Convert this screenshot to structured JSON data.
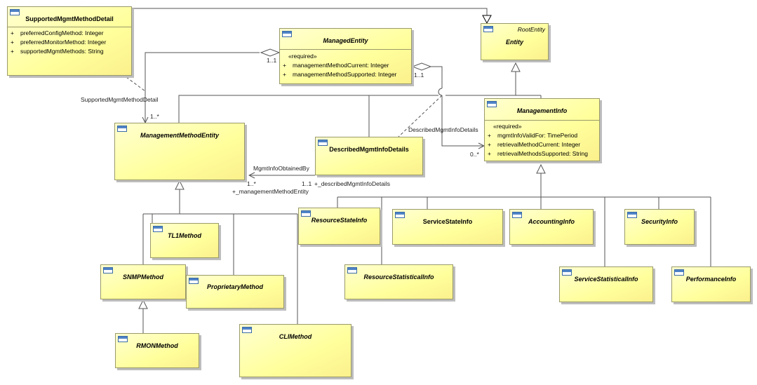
{
  "classes": {
    "supported_mgmt_method_detail": {
      "name": "SupportedMgmtMethodDetail",
      "attributes": [
        {
          "vis": "+",
          "text": "preferredConfigMethod: Integer"
        },
        {
          "vis": "+",
          "text": "preferredMonitorMethod: Integer"
        },
        {
          "vis": "+",
          "text": "supportedMgmtMethods: String"
        }
      ]
    },
    "managed_entity": {
      "name": "ManagedEntity",
      "stereotype": "«required»",
      "attributes": [
        {
          "vis": "+",
          "text": "managementMethodCurrent: Integer"
        },
        {
          "vis": "+",
          "text": "managementMethodSupported: Integer"
        }
      ]
    },
    "entity": {
      "name": "Entity",
      "tag": "RootEntity"
    },
    "management_info": {
      "name": "ManagementInfo",
      "stereotype": "«required»",
      "attributes": [
        {
          "vis": "+",
          "text": "mgmtInfoValidFor: TimePeriod"
        },
        {
          "vis": "+",
          "text": "retrievalMethodCurrent: Integer"
        },
        {
          "vis": "+",
          "text": "retrievalMethodsSupported: String"
        }
      ]
    },
    "management_method_entity": {
      "name": "ManagementMethodEntity"
    },
    "described_mgmt_info_details": {
      "name": "DescribedMgmtInfoDetails"
    },
    "tl1_method": {
      "name": "TL1Method"
    },
    "snmp_method": {
      "name": "SNMPMethod"
    },
    "proprietary_method": {
      "name": "ProprietaryMethod"
    },
    "rmon_method": {
      "name": "RMONMethod"
    },
    "cli_method": {
      "name": "CLIMethod"
    },
    "resource_state_info": {
      "name": "ResourceStateInfo"
    },
    "service_state_info": {
      "name": "ServiceStateInfo"
    },
    "accounting_info": {
      "name": "AccountingInfo"
    },
    "security_info": {
      "name": "SecurityInfo"
    },
    "resource_statistical_info": {
      "name": "ResourceStatisticalInfo"
    },
    "service_statistical_info": {
      "name": "ServiceStatisticalInfo"
    },
    "performance_info": {
      "name": "PerformanceInfo"
    }
  },
  "labels": {
    "supported_detail_assoc": "SupportedMgmtMethodDetail",
    "mult_1_star_top": "1..*",
    "mult_1_1_managed_left": "1..1",
    "mult_1_1_managed_right": "1..1",
    "described_assoc": "DescribedMgmtInfoDetails",
    "mult_0_star": "0..*",
    "obtained_by": "MgmtInfoObtainedBy",
    "mult_1_star_bottom": "1..*",
    "mult_1_1_bottom": "1..1",
    "described_role": "+_describedMgmtInfoDetails",
    "method_entity_role": "+_managementMethodEntity"
  }
}
